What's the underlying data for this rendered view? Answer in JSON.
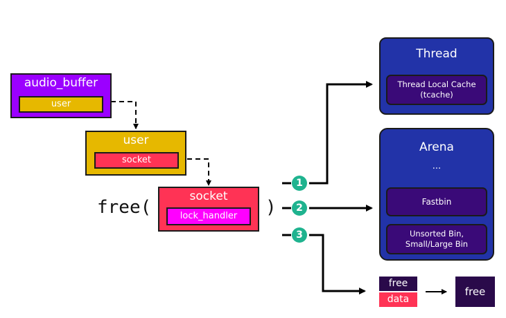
{
  "structs": {
    "audio_buffer": {
      "title": "audio_buffer",
      "field": "user"
    },
    "user": {
      "title": "user",
      "field": "socket"
    },
    "socket": {
      "title": "socket",
      "field": "lock_handler"
    }
  },
  "call": {
    "open": "free(",
    "close": ")"
  },
  "paths": [
    {
      "number": "1"
    },
    {
      "number": "2"
    },
    {
      "number": "3"
    }
  ],
  "thread": {
    "title": "Thread",
    "cache": "Thread Local Cache\n(tcache)",
    "cache_line1": "Thread Local Cache",
    "cache_line2": "(tcache)"
  },
  "arena": {
    "title": "Arena",
    "ellipsis": "...",
    "fastbin": "Fastbin",
    "bins_line1": "Unsorted Bin,",
    "bins_line2": "Small/Large Bin"
  },
  "chunk": {
    "free_label": "free",
    "data_label": "data",
    "result_label": "free"
  },
  "colors": {
    "audio_buffer": "#9b00ff",
    "user": "#e6b800",
    "socket": "#ff3355",
    "lock_handler": "#ff00ff",
    "container": "#2233a8",
    "bin": "#3a0a78",
    "badge": "#1fb38f",
    "free_chunk": "#2a0a4a"
  }
}
